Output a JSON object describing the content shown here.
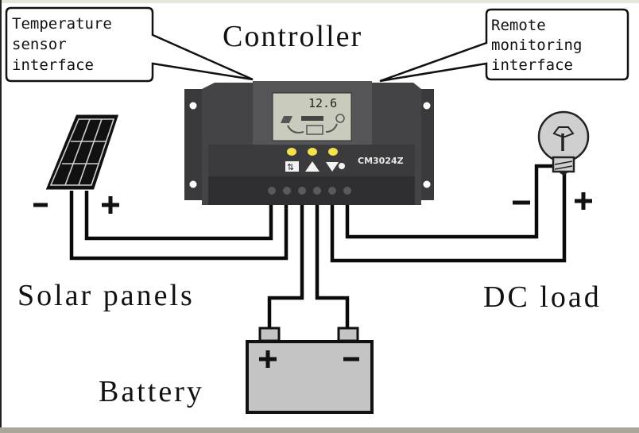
{
  "title": "Controller",
  "callouts": {
    "temperature": [
      "Temperature",
      "sensor",
      "interface"
    ],
    "remote": [
      "Remote",
      "monitoring",
      "interface"
    ]
  },
  "controller": {
    "lcd_reading": "12.6",
    "model": "CM3024Z",
    "buttons": [
      {
        "icon": "cycle-arrows-icon",
        "glyph": "⇅"
      },
      {
        "icon": "triangle-up-icon",
        "glyph": "▲"
      },
      {
        "icon": "triangle-down-bulb-icon",
        "glyph": "▼"
      }
    ],
    "led_color": "#f3e24a",
    "body_color": "#3d3d3f",
    "lcd_color": "#c9cbbd"
  },
  "labels": {
    "solar": "Solar panels",
    "load": "DC load",
    "battery": "Battery"
  },
  "polarity": {
    "solar_neg": "−",
    "solar_pos": "+",
    "load_neg": "−",
    "load_pos": "+",
    "battery_pos": "+",
    "battery_neg": "−"
  },
  "colors": {
    "wire": "#0a0a0a",
    "battery_fill": "#c4c4c4",
    "bulb_fill": "#cfcfcf",
    "footer_bar": "#a9a79a"
  }
}
